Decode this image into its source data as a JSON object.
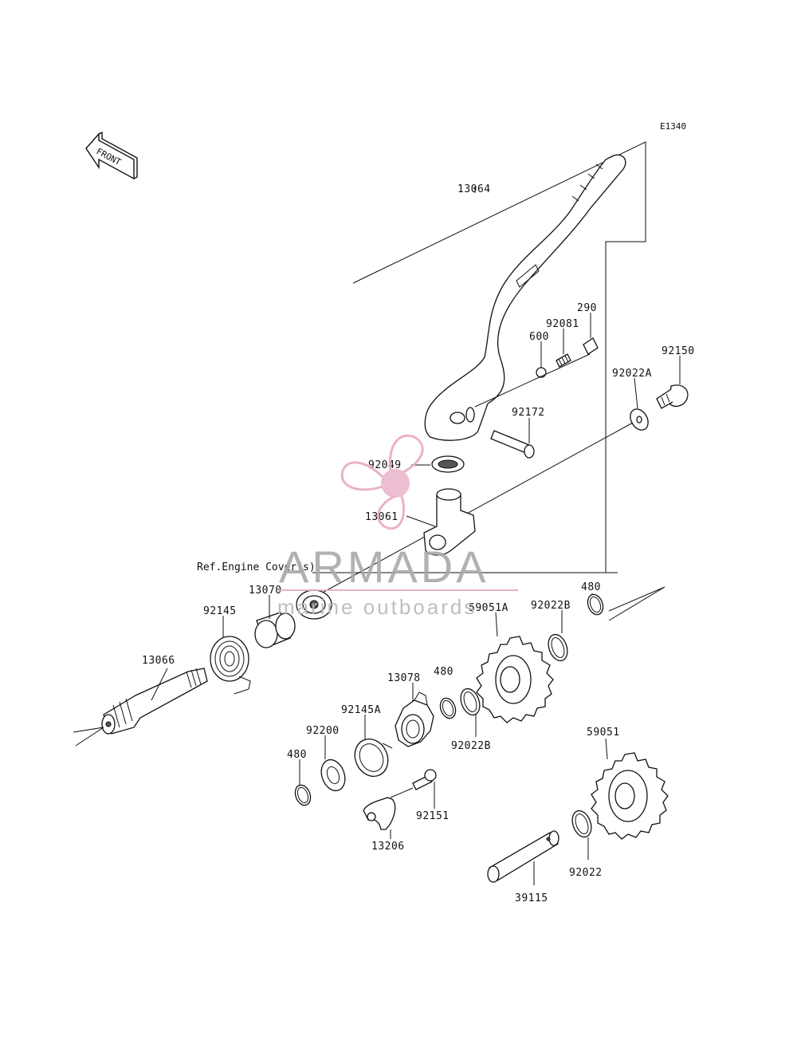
{
  "diagram_code": "E1340",
  "front_label": "FRONT",
  "ref_note": "Ref.Engine Cover(s)",
  "parts": {
    "p13064": "13064",
    "p290": "290",
    "p92081": "92081",
    "p600": "600",
    "p92150": "92150",
    "p92022A": "92022A",
    "p92172": "92172",
    "p92049": "92049",
    "p13061": "13061",
    "p13070": "13070",
    "p92145": "92145",
    "p13066": "13066",
    "p59051A": "59051A",
    "p92022B_top": "92022B",
    "p480_top": "480",
    "p480_mid": "480",
    "p13078": "13078",
    "p92145A": "92145A",
    "p92022B_mid": "92022B",
    "p92200": "92200",
    "p480_low": "480",
    "p92151": "92151",
    "p13206": "13206",
    "p59051": "59051",
    "p92022": "92022",
    "p39115": "39115"
  },
  "watermark": {
    "brand": "ARMADA",
    "tagline": "marine outboards",
    "color": "#e8a9c4"
  }
}
